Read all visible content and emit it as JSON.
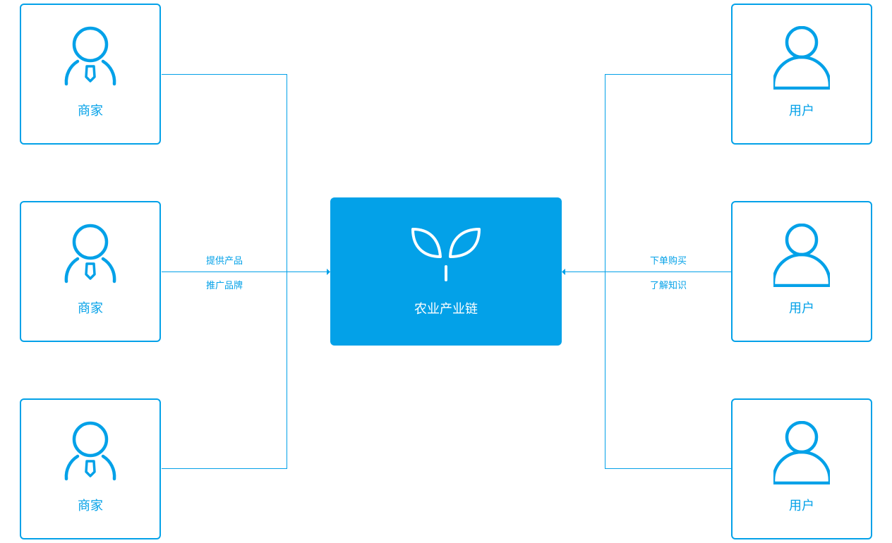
{
  "center": {
    "label": "农业产业链",
    "icon": "sprout-icon"
  },
  "merchants": [
    {
      "label": "商家"
    },
    {
      "label": "商家"
    },
    {
      "label": "商家"
    }
  ],
  "users": [
    {
      "label": "用户"
    },
    {
      "label": "用户"
    },
    {
      "label": "用户"
    }
  ],
  "left_edge_labels": [
    "提供产品",
    "推广品牌"
  ],
  "right_edge_labels": [
    "下单购买",
    "了解知识"
  ],
  "colors": {
    "accent": "#03a1e8"
  }
}
